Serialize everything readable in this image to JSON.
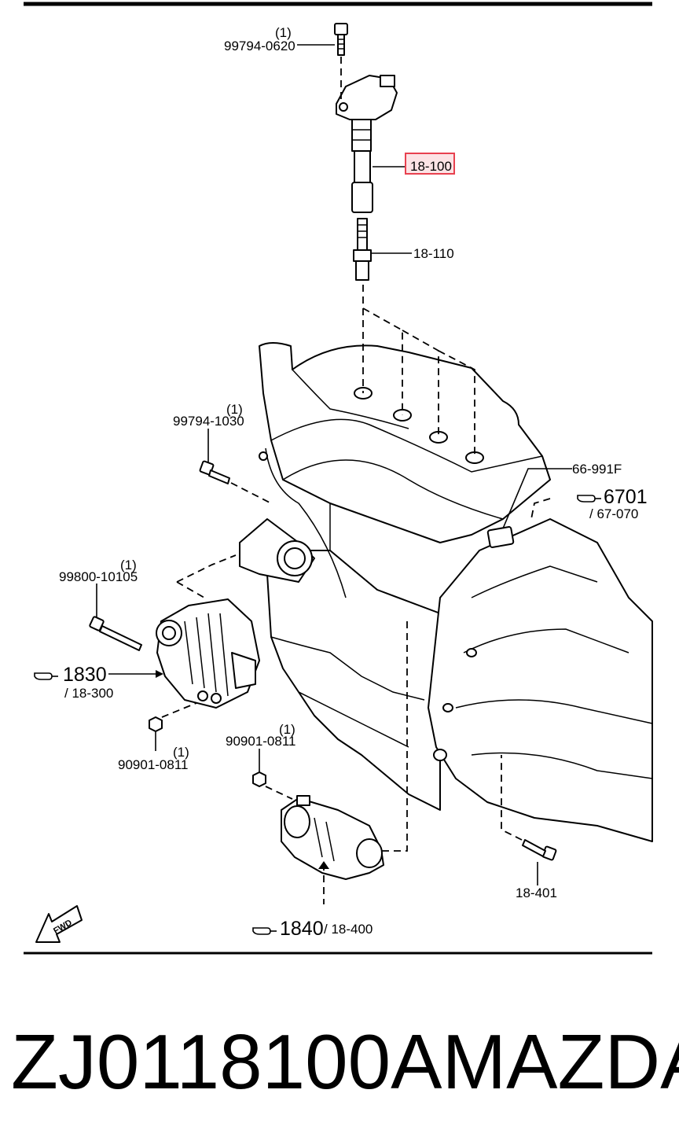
{
  "labels": {
    "bolt_top": "99794-0620",
    "bolt_top_qty": "(1)",
    "ignition_coil": "18-100",
    "spark_plug": "18-110",
    "bolt_mid": "99794-1030",
    "bolt_mid_qty": "(1)",
    "sensor": "66-991F",
    "ref_6701": "6701",
    "ref_6701_sub": "/ 67-070",
    "bolt_alt": "99800-10105",
    "bolt_alt_qty": "(1)",
    "ref_1830": "1830",
    "ref_1830_sub": "/ 18-300",
    "nut_left": "90901-0811",
    "nut_left_qty": "(1)",
    "nut_right": "90901-0811",
    "nut_right_qty": "(1)",
    "bolt_starter": "18-401",
    "ref_1840": "1840",
    "ref_1840_sub": "/ 18-400",
    "fwd": "FWD"
  },
  "icons": {
    "reference": "pointing-hand-icon",
    "direction": "fwd-arrow-icon"
  },
  "highlight_color": "#e8414f",
  "footer": {
    "part_number": "ZJ0118100A",
    "brand": "MAZDA"
  }
}
